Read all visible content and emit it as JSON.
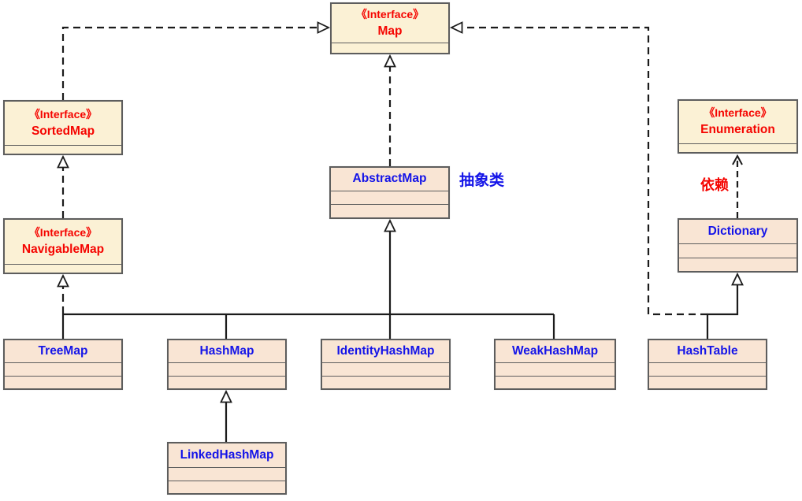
{
  "diagram": {
    "nodes": {
      "map": {
        "stereotype": "《Interface》",
        "name": "Map"
      },
      "sortedmap": {
        "stereotype": "《Interface》",
        "name": "SortedMap"
      },
      "navigablemap": {
        "stereotype": "《Interface》",
        "name": "NavigableMap"
      },
      "enumeration": {
        "stereotype": "《Interface》",
        "name": "Enumeration"
      },
      "abstractmap": {
        "name": "AbstractMap"
      },
      "dictionary": {
        "name": "Dictionary"
      },
      "treemap": {
        "name": "TreeMap"
      },
      "hashmap": {
        "name": "HashMap"
      },
      "identityhashmap": {
        "name": "IdentityHashMap"
      },
      "weakhashmap": {
        "name": "WeakHashMap"
      },
      "hashtable": {
        "name": "HashTable"
      },
      "linkedhashmap": {
        "name": "LinkedHashMap"
      }
    },
    "labels": {
      "abstract_class": "抽象类",
      "dependency": "依赖"
    },
    "edges": [
      {
        "from": "SortedMap",
        "to": "Map",
        "type": "dashed-generalization"
      },
      {
        "from": "NavigableMap",
        "to": "SortedMap",
        "type": "dashed-generalization"
      },
      {
        "from": "TreeMap",
        "to": "NavigableMap",
        "type": "dashed-generalization"
      },
      {
        "from": "AbstractMap",
        "to": "Map",
        "type": "dashed-generalization"
      },
      {
        "from": "TreeMap",
        "to": "AbstractMap",
        "type": "generalization"
      },
      {
        "from": "HashMap",
        "to": "AbstractMap",
        "type": "generalization"
      },
      {
        "from": "IdentityHashMap",
        "to": "AbstractMap",
        "type": "generalization"
      },
      {
        "from": "WeakHashMap",
        "to": "AbstractMap",
        "type": "generalization"
      },
      {
        "from": "LinkedHashMap",
        "to": "HashMap",
        "type": "generalization"
      },
      {
        "from": "HashTable",
        "to": "Map",
        "type": "dashed-generalization"
      },
      {
        "from": "HashTable",
        "to": "Dictionary",
        "type": "generalization"
      },
      {
        "from": "Dictionary",
        "to": "Enumeration",
        "type": "dependency",
        "label": "依赖"
      }
    ],
    "colors": {
      "interface_fill": "#FBF1D5",
      "class_fill": "#F9E5D4",
      "border": "#5D5D5D",
      "interface_text": "#F50400",
      "class_text": "#1414E8",
      "edge_line": "#1B1B1B",
      "background": "#FFFFFF"
    }
  }
}
